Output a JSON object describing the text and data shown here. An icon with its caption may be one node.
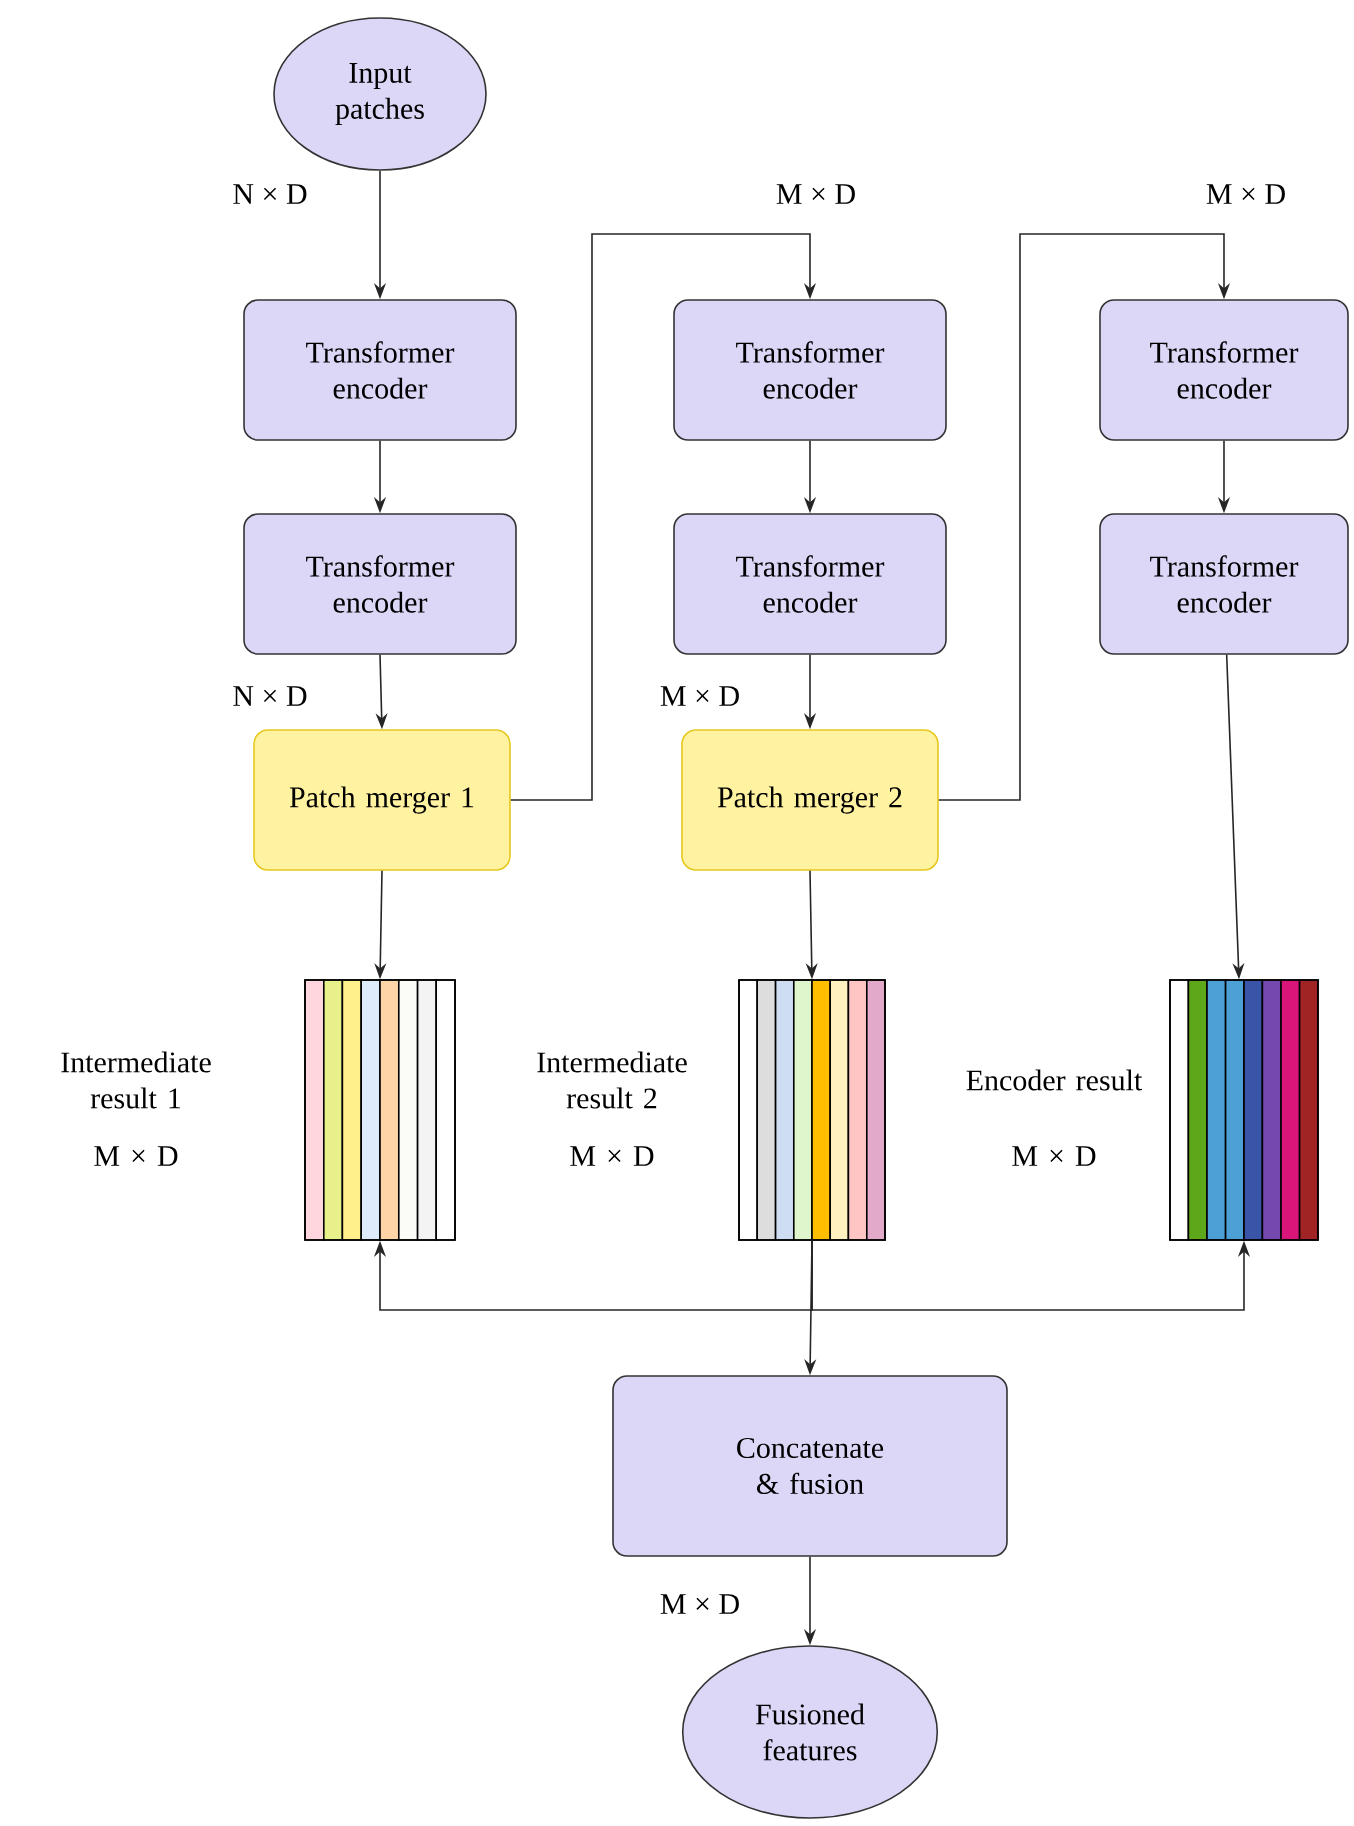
{
  "diagram": {
    "nodes": [
      {
        "text": [
          "Input patches"
        ]
      },
      {
        "text": [
          "Transformer encoder"
        ]
      },
      {
        "text": [
          "Transformer encoder"
        ]
      },
      {
        "text": [
          "Transformer encoder"
        ]
      },
      {
        "text": [
          "Transformer encoder"
        ]
      },
      {
        "text": [
          "Transformer encoder"
        ]
      },
      {
        "text": [
          "Transformer encoder"
        ]
      },
      {
        "text": [
          "Patch merger 1"
        ]
      },
      {
        "text": [
          "Patch merger 2"
        ]
      },
      {
        "text": [],
        "shape": "bar",
        "beside": [
          "Intermediate result 1",
          "M × D"
        ]
      },
      {
        "text": [],
        "shape": "bar",
        "beside": [
          "Intermediate result 2",
          "M × D"
        ]
      },
      {
        "text": [],
        "shape": "bar",
        "beside": [
          "Encoder result",
          "M × D"
        ]
      },
      {
        "text": [
          "Concatenate & fusion"
        ]
      },
      {
        "text": [
          "Fusioned features"
        ]
      }
    ],
    "edges": [
      {
        "from": 0,
        "to": 1,
        "arrow": "to"
      },
      {
        "from": 1,
        "to": 4,
        "arrow": "to"
      },
      {
        "from": 4,
        "to": 7,
        "arrow": "to"
      },
      {
        "from": 7,
        "to": 2,
        "arrow": "to"
      },
      {
        "from": 2,
        "to": 5,
        "arrow": "to"
      },
      {
        "from": 5,
        "to": 8,
        "arrow": "to"
      },
      {
        "from": 8,
        "to": 3,
        "arrow": "to"
      },
      {
        "from": 3,
        "to": 6,
        "arrow": "to"
      },
      {
        "from": 6,
        "to": 11,
        "arrow": "to"
      },
      {
        "from": 7,
        "to": 9,
        "arrow": "to"
      },
      {
        "from": 8,
        "to": 10,
        "arrow": "to"
      },
      {
        "from": 10,
        "to": 12,
        "arrow": "to"
      },
      {
        "from": 10,
        "to": 9,
        "arrow": "to"
      },
      {
        "from": 10,
        "to": 11,
        "arrow": "to"
      },
      {
        "from": 12,
        "to": 13,
        "arrow": "to"
      }
    ],
    "labels": [
      "N × D",
      "M × D",
      "M × D",
      "N × D",
      "M × D",
      "M × D"
    ]
  }
}
